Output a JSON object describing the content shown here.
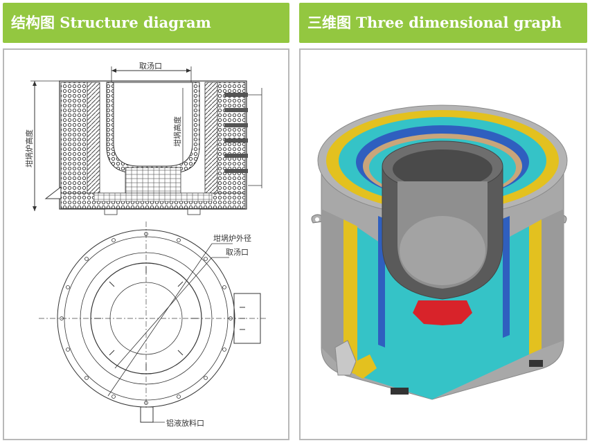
{
  "left_header": "结构图 Structure diagram",
  "right_header": "三维图 Three dimensional graph",
  "labels": {
    "pour_opening_top": "取汤口",
    "crucible_height": "坩埚高度",
    "furnace_height": "坩埚炉高度",
    "crucible_outer_diameter": "坩埚炉外径",
    "pour_opening_plan": "取汤口",
    "aluminum_drain": "铝液放料口"
  },
  "colors": {
    "header_bg": "#93c740",
    "header_text": "#ffffff",
    "shell_gray": "#a8a8a8",
    "insulation_yellow": "#e3c11f",
    "refractory_cyan": "#35c3c7",
    "coil_blue": "#2f5fbf",
    "crucible_dark": "#5a5a5a",
    "support_red": "#d8232a"
  }
}
